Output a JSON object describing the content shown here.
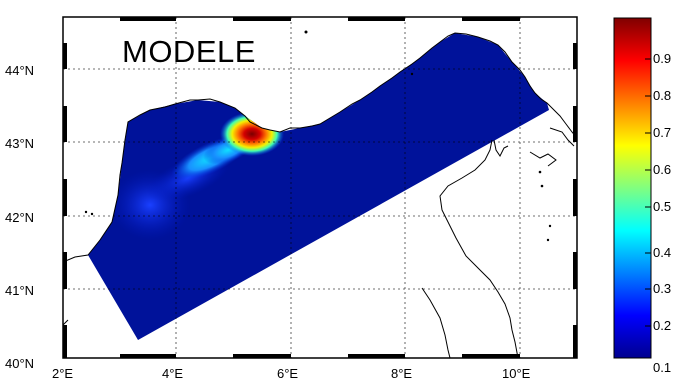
{
  "title": "MODELE",
  "lat_ticks": [
    "44°N",
    "43°N",
    "42°N",
    "41°N",
    "40°N"
  ],
  "lon_ticks": [
    "2°E",
    "4°E",
    "6°E",
    "8°E",
    "10°E"
  ],
  "colorbar": {
    "ticks": [
      "0.9",
      "0.8",
      "0.7",
      "0.6",
      "0.5",
      "0.4",
      "0.3",
      "0.2",
      "0.1"
    ],
    "colormap": [
      "#00008f",
      "#0000ff",
      "#0080ff",
      "#00ffff",
      "#80ff80",
      "#ffff00",
      "#ff8000",
      "#ff0000",
      "#800000"
    ]
  },
  "colors": {
    "domain_fill": "#00129a",
    "plume_core": "#8b0000",
    "coastline": "#000000",
    "grid": "#000000"
  }
}
